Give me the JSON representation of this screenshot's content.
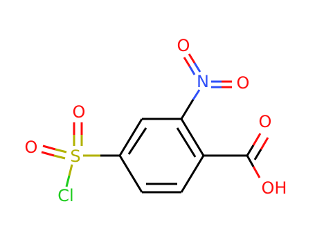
{
  "molecule": {
    "atoms": {
      "nitro_o_top": {
        "label": "O",
        "color": "#ff0d0d"
      },
      "nitro_n": {
        "label": "N",
        "color": "#3050f8"
      },
      "nitro_o_right": {
        "label": "O",
        "color": "#ff0d0d"
      },
      "sulfonyl_o_top": {
        "label": "O",
        "color": "#ff0d0d"
      },
      "sulfonyl_o_left": {
        "label": "O",
        "color": "#ff0d0d"
      },
      "sulfur": {
        "label": "S",
        "color": "#b2b200"
      },
      "chlorine": {
        "label": "Cl",
        "color": "#1fcc1f"
      },
      "carboxyl_o": {
        "label": "O",
        "color": "#ff0d0d"
      },
      "hydroxyl": {
        "label": "OH",
        "color": "#ff0d0d"
      }
    },
    "bond_color": "#000000"
  }
}
